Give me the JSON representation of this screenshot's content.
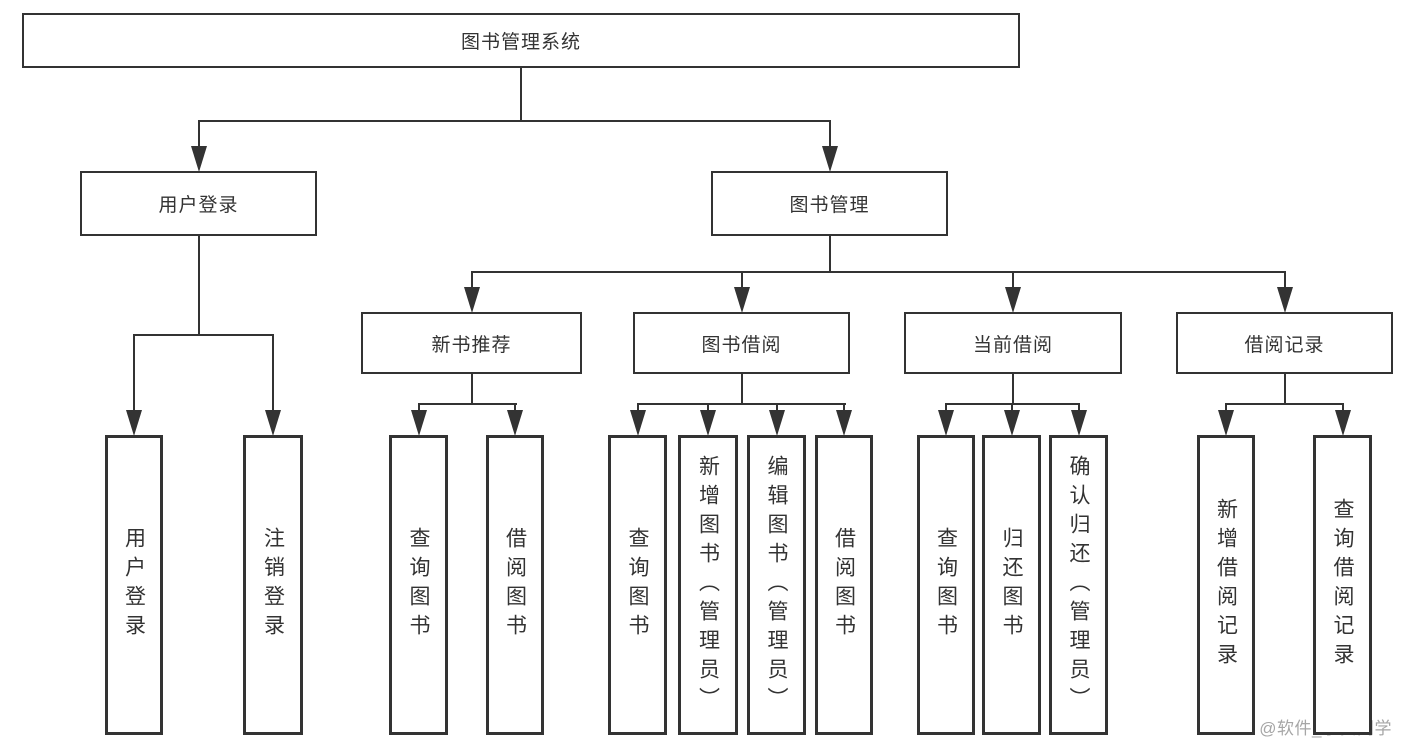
{
  "diagram": {
    "type": "tree",
    "title": "图书管理系统",
    "nodes": [
      {
        "id": "root",
        "label": "图书管理系统",
        "parent": null
      },
      {
        "id": "user-login",
        "label": "用户登录",
        "parent": "root"
      },
      {
        "id": "book-mgmt",
        "label": "图书管理",
        "parent": "root"
      },
      {
        "id": "new-book-rec",
        "label": "新书推荐",
        "parent": "book-mgmt"
      },
      {
        "id": "book-borrow",
        "label": "图书借阅",
        "parent": "book-mgmt"
      },
      {
        "id": "current-borrow",
        "label": "当前借阅",
        "parent": "book-mgmt"
      },
      {
        "id": "borrow-record",
        "label": "借阅记录",
        "parent": "book-mgmt"
      },
      {
        "id": "leaf-user-login",
        "label": "用户登录",
        "parent": "user-login",
        "vertical": true
      },
      {
        "id": "leaf-logout",
        "label": "注销登录",
        "parent": "user-login",
        "vertical": true
      },
      {
        "id": "leaf-query-book-1",
        "label": "查询图书",
        "parent": "new-book-rec",
        "vertical": true
      },
      {
        "id": "leaf-borrow-book-1",
        "label": "借阅图书",
        "parent": "new-book-rec",
        "vertical": true
      },
      {
        "id": "leaf-query-book-2",
        "label": "查询图书",
        "parent": "book-borrow",
        "vertical": true
      },
      {
        "id": "leaf-add-book",
        "label": "新增图书（管理员）",
        "parent": "book-borrow",
        "vertical": true
      },
      {
        "id": "leaf-edit-book",
        "label": "编辑图书（管理员）",
        "parent": "book-borrow",
        "vertical": true
      },
      {
        "id": "leaf-borrow-book-2",
        "label": "借阅图书",
        "parent": "book-borrow",
        "vertical": true
      },
      {
        "id": "leaf-query-book-3",
        "label": "查询图书",
        "parent": "current-borrow",
        "vertical": true
      },
      {
        "id": "leaf-return-book",
        "label": "归还图书",
        "parent": "current-borrow",
        "vertical": true
      },
      {
        "id": "leaf-confirm-return",
        "label": "确认归还（管理员）",
        "parent": "current-borrow",
        "vertical": true
      },
      {
        "id": "leaf-add-borrow-record",
        "label": "新增借阅记录",
        "parent": "borrow-record",
        "vertical": true
      },
      {
        "id": "leaf-query-borrow-record",
        "label": "查询借阅记录",
        "parent": "borrow-record",
        "vertical": true
      }
    ],
    "watermark": "CSDN @软件_小贺同学",
    "colors": {
      "line": "#333333",
      "text": "#333333",
      "background": "#ffffff",
      "watermark": "#a6a6a6"
    }
  }
}
